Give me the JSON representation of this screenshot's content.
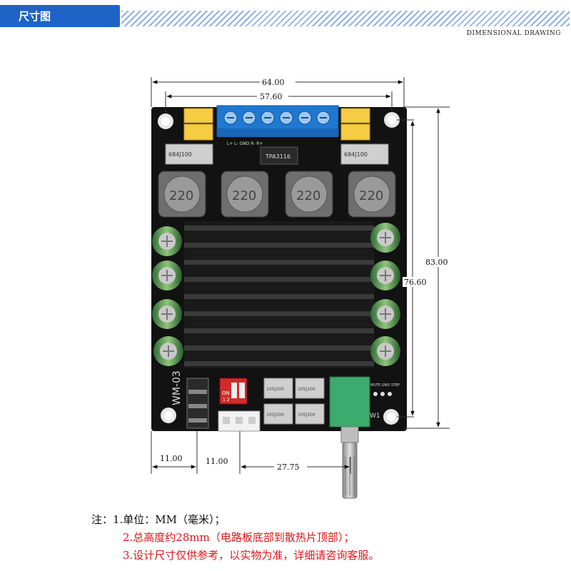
{
  "header": {
    "title": "尺寸图",
    "subtitle": "DIMENSIONAL DRAWING",
    "accent_color": "#1f63c7"
  },
  "dimensions": {
    "width_outer": "64.00",
    "width_holes": "57.60",
    "height_outer": "83.00",
    "height_holes": "76.60",
    "left_offset": "11.00",
    "jack_offset": "11.00",
    "knob_offset": "27.75"
  },
  "board": {
    "inductor_label": "220",
    "cap_label": "684J100",
    "model_label": "WM-03",
    "switch_label": "ON",
    "switch_numbers": "1 2",
    "mute_label": "MUTE GND STBY",
    "pot_label": "W1",
    "terminal_label": "L+ L- GND R- R+",
    "chip_label": "TPA3116",
    "small_cap_label": "105J100",
    "board_color": "#111111",
    "terminal_color": "#1f78d1",
    "relay_color": "#f4c542",
    "pot_color": "#3daa6e"
  },
  "notes": {
    "line1": "注：1.单位：MM（毫米）；",
    "line2": "2.总高度约28mm（电路板底部到散热片顶部）；",
    "line3": "3.设计尺寸仅供参考，以实物为准，详细请咨询客服。"
  }
}
